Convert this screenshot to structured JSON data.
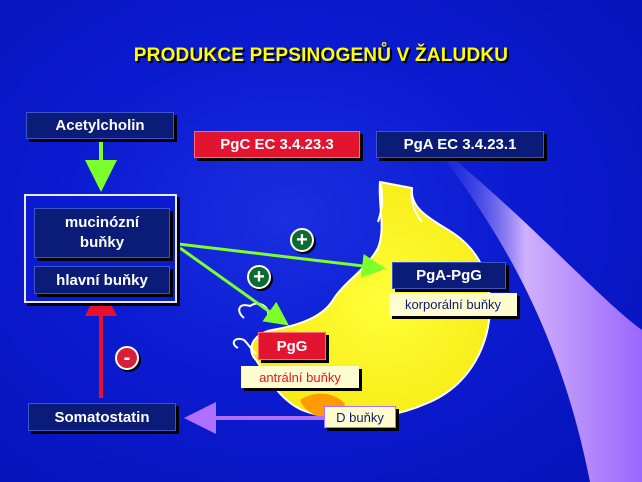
{
  "title": "PRODUKCE PEPSINOGENŮ V ŽALUDKU",
  "acetylcholin": "Acetylcholin",
  "pgc_label": "PgC  EC 3.4.23.3",
  "pga_label": "PgA  EC 3.4.23.1",
  "mucinozni": "mucinózní buňky",
  "hlavni": "hlavní buňky",
  "somatostatin": "Somatostatin",
  "pga_pgg": "PgA-PgG",
  "korporalni": "korporální buňky",
  "pgg": "PgG",
  "antralni": "antrální buňky",
  "d_bunky": "D buňky",
  "signs": {
    "plus_upper": "+",
    "plus_lower": "+",
    "minus": "-"
  },
  "colors": {
    "background": "#0b1bd0",
    "title": "#ffff00",
    "box_navy": "#0a1c78",
    "box_red": "#e2142f",
    "label_cream": "#fffcd0",
    "stomach_yellow": "#ffff2a",
    "stomach_orange": "#ff9a00",
    "arrow_green": "#7cff2a",
    "arrow_red": "#e8102c",
    "arrow_violet": "#b070ff"
  }
}
